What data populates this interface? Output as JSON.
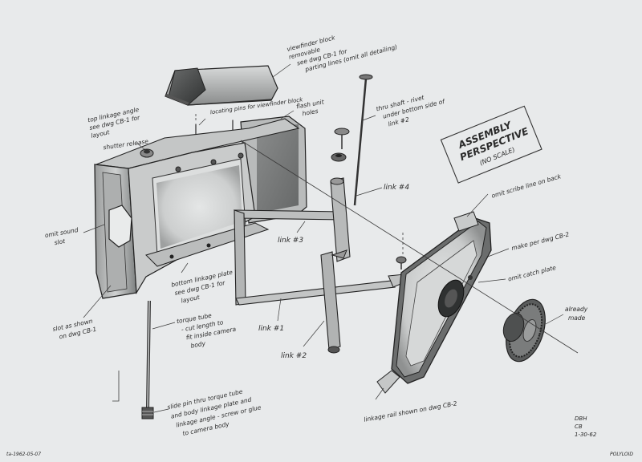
{
  "diagram": {
    "box_title_line1": "ASSEMBLY",
    "box_title_line2": "PERSPECTIVE",
    "box_subtitle": "(NO SCALE)",
    "notes": {
      "viewfinder": [
        "viewfinder block",
        "removable",
        "see dwg CB-1 for",
        "parting lines (omit all detailing)"
      ],
      "locating_pins": "locating pins for viewfinder block",
      "flash_unit_holes": [
        "flash unit",
        "holes"
      ],
      "top_linkage": [
        "top linkage angle",
        "see dwg CB-1 for",
        "layout"
      ],
      "shutter_release": "shutter release",
      "thru_shaft": [
        "thru shaft - rivet",
        "under bottom side of",
        "link #2"
      ],
      "link4": "link #4",
      "omit_scribe": "omit scribe line on back",
      "omit_sound_slot": [
        "omit sound",
        "slot"
      ],
      "link3": "link #3",
      "bottom_linkage": [
        "bottom linkage plate",
        "see dwg CB-1 for",
        "layout"
      ],
      "make_per_dwg": "make per dwg CB-2",
      "omit_catch_plate": "omit catch plate",
      "already_made": [
        "already",
        "made"
      ],
      "slot_as_shown": [
        "slot as shown",
        "on dwg CB-1"
      ],
      "torque_tube": [
        "torque tube",
        "- cut length to",
        "fit inside camera",
        "body"
      ],
      "link1": "link #1",
      "link2": "link #2",
      "slide_pin": [
        "slide pin thru torque tube",
        "and body linkage plate and",
        "linkage angle - screw or glue",
        "to camera body"
      ],
      "linkage_rail": "linkage rail shown on dwg CB-2",
      "signature": [
        "DBH",
        "CB",
        "1-30-62"
      ],
      "left_footer": "ta-1962-05-07",
      "right_footer": "POLYLOID"
    }
  }
}
